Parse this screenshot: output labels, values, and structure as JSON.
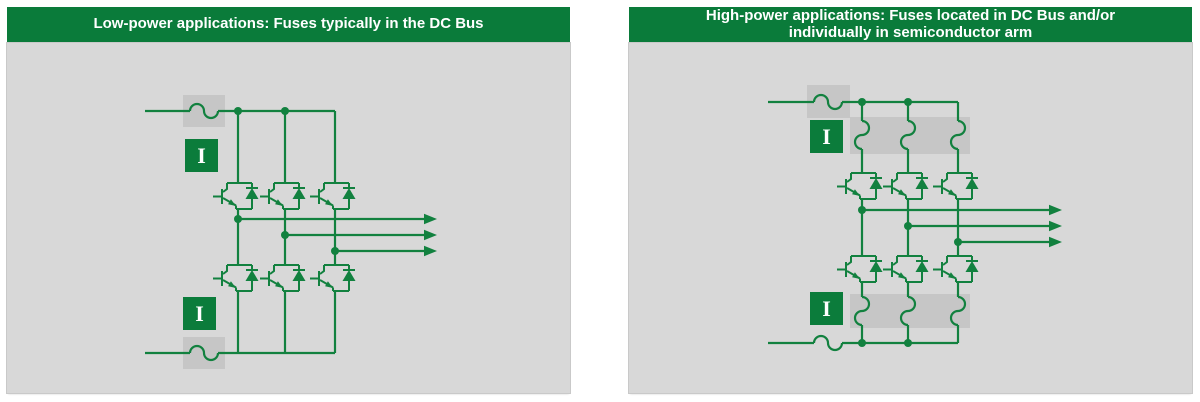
{
  "colors": {
    "header_green": "#0a7b3a",
    "circuit_green": "#12813f",
    "panel_bg": "#d8d8d8",
    "fuse_highlight_gray": "#c6c6c6",
    "sensor_box_green": "#0b7c3b",
    "sensor_text": "#ffffff",
    "title_text": "#ffffff",
    "page_bg": "#ffffff"
  },
  "panels": [
    {
      "title": "Low-power applications: Fuses typically in the DC Bus",
      "sensors": [
        "I",
        "I"
      ],
      "fuse_locations": "DC Bus",
      "dc_bus_fuses": 2,
      "arm_fuses": 0,
      "igbt_count": 6,
      "phase_outputs": 3
    },
    {
      "title": "High-power applications: Fuses located in DC Bus and/or individually in semiconductor arm",
      "sensors": [
        "I",
        "I"
      ],
      "fuse_locations": "DC Bus and semiconductor arms",
      "dc_bus_fuses": 2,
      "arm_fuses": 6,
      "igbt_count": 6,
      "phase_outputs": 3
    }
  ]
}
